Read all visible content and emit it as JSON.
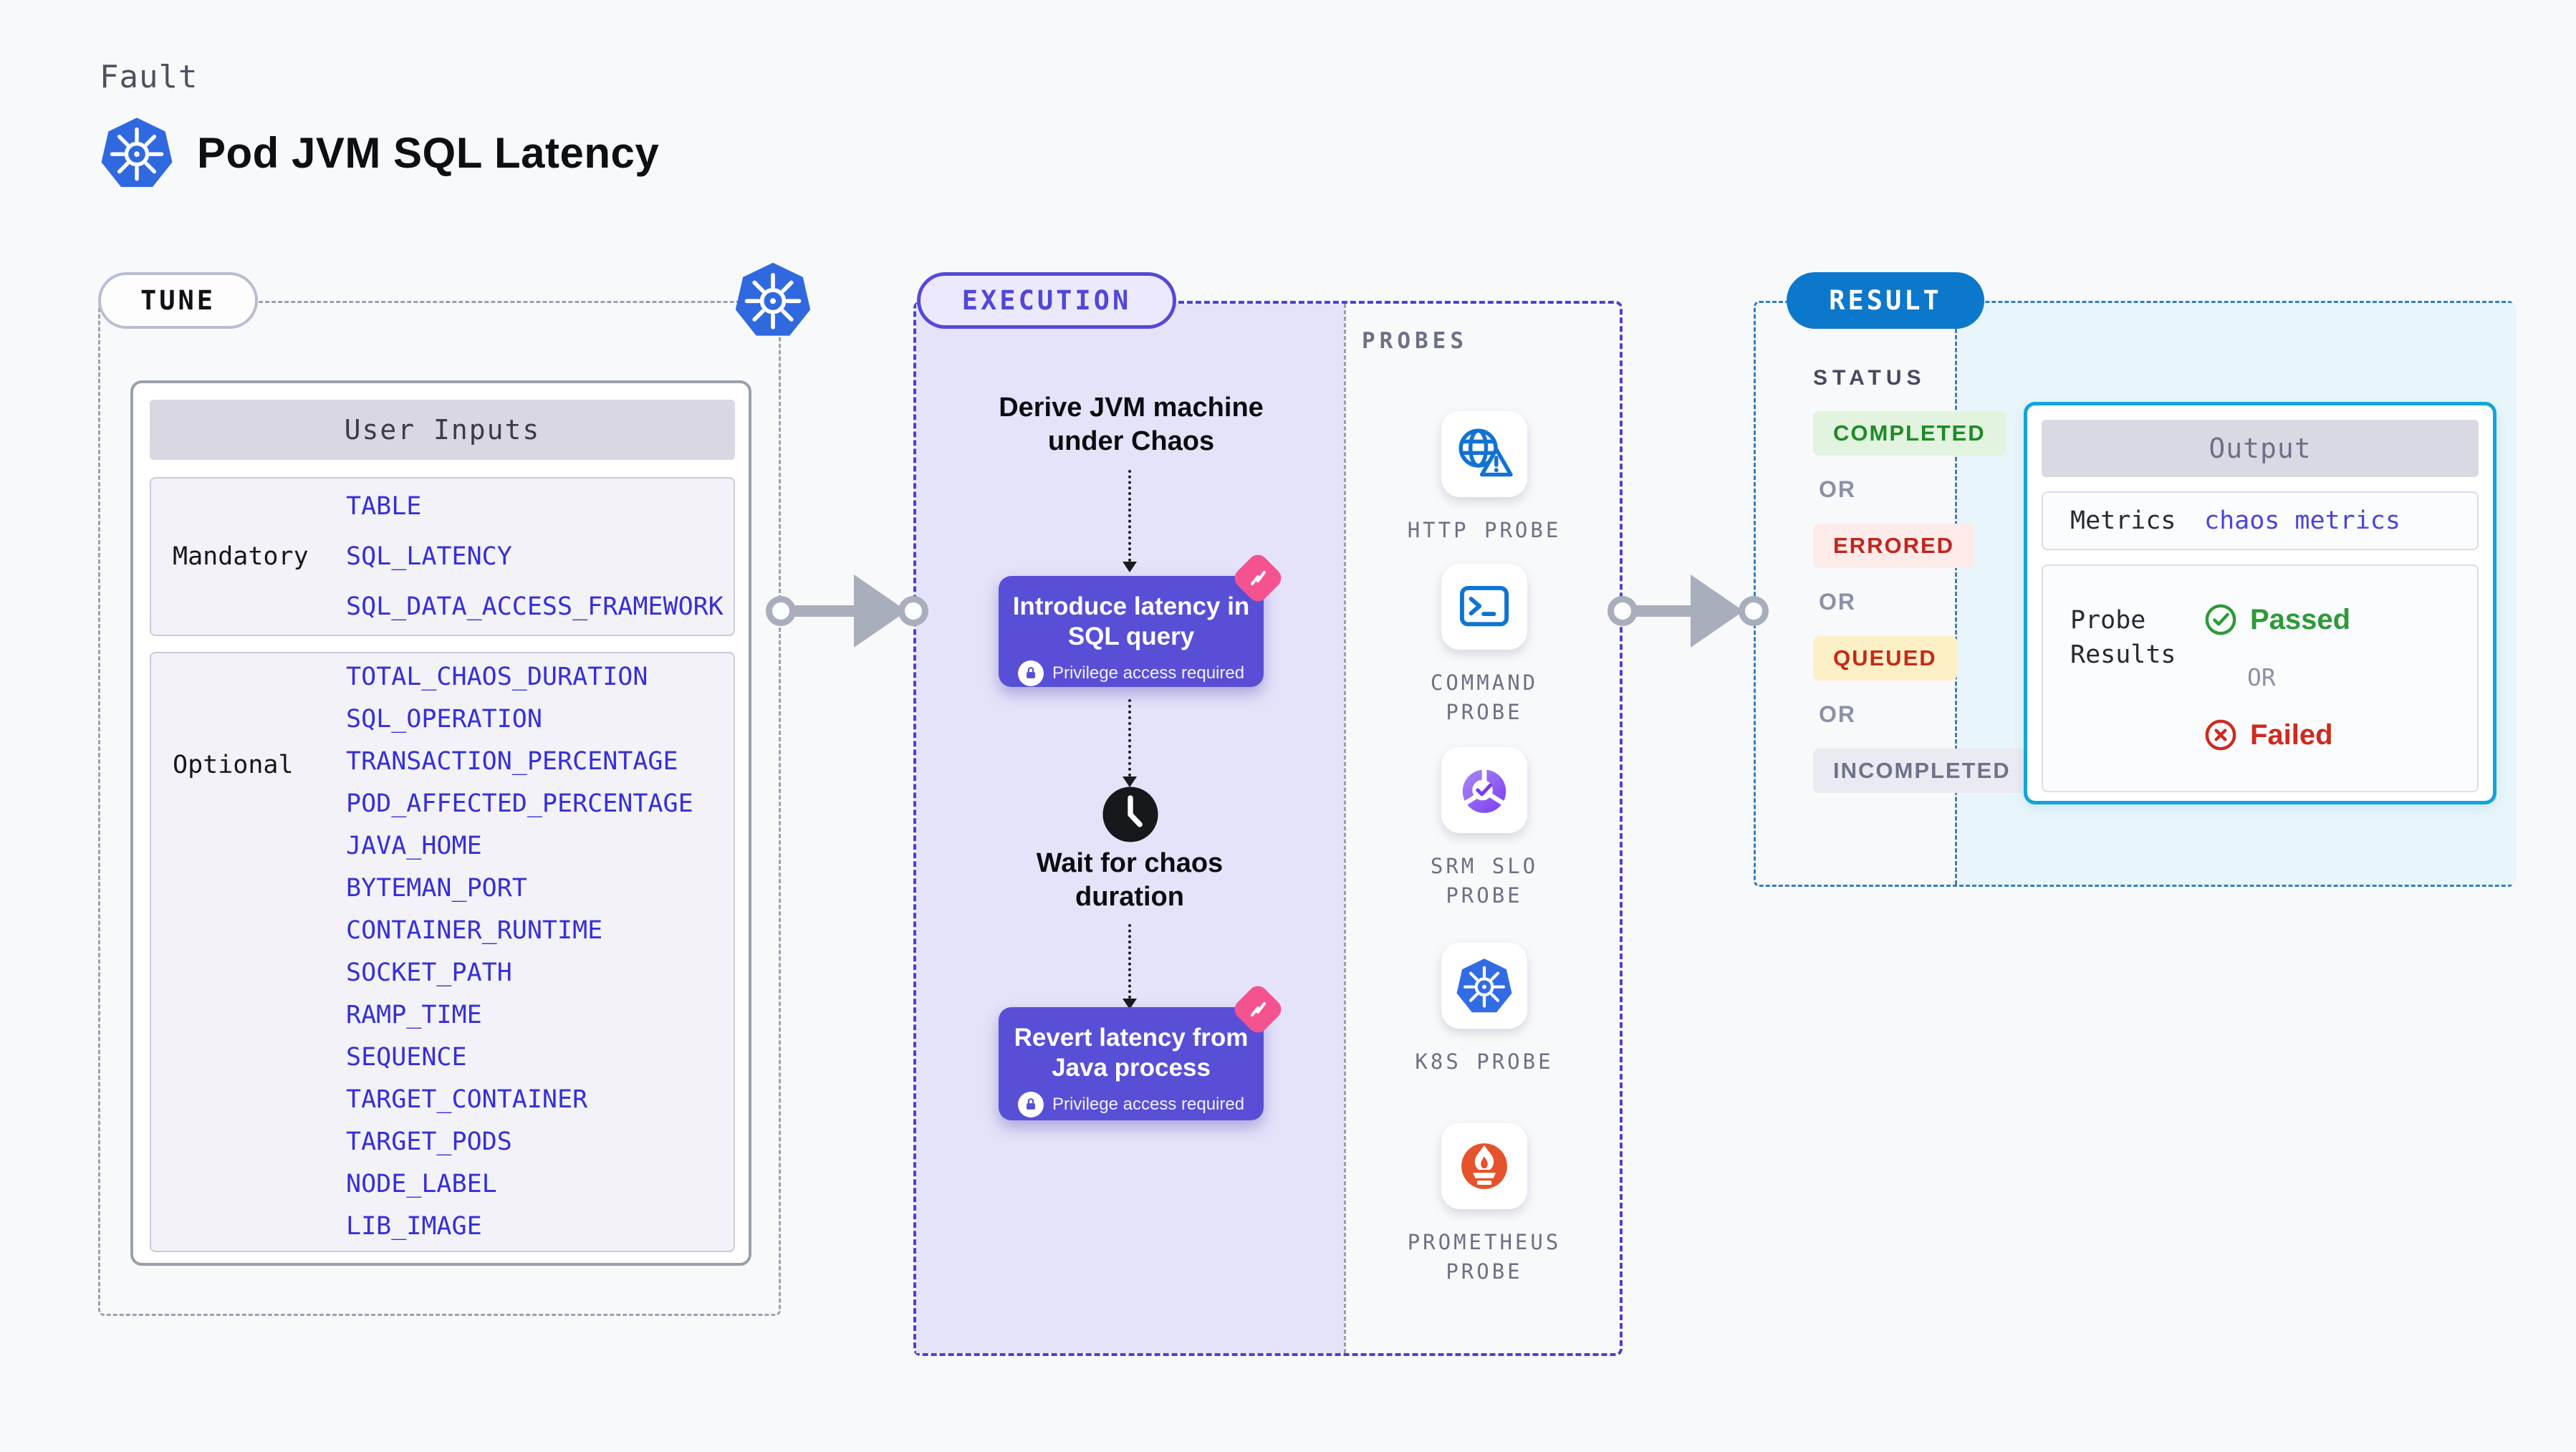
{
  "page": {
    "eyebrow": "Fault",
    "title": "Pod JVM SQL Latency"
  },
  "tune": {
    "badge": "TUNE",
    "user_inputs_title": "User Inputs",
    "mandatory_label": "Mandatory",
    "mandatory_inputs": [
      "TABLE",
      "SQL_LATENCY",
      "SQL_DATA_ACCESS_FRAMEWORK"
    ],
    "optional_label": "Optional",
    "optional_inputs": [
      "TOTAL_CHAOS_DURATION",
      "SQL_OPERATION",
      "TRANSACTION_PERCENTAGE",
      "POD_AFFECTED_PERCENTAGE",
      "JAVA_HOME",
      "BYTEMAN_PORT",
      "CONTAINER_RUNTIME",
      "SOCKET_PATH",
      "RAMP_TIME",
      "SEQUENCE",
      "TARGET_CONTAINER",
      "TARGET_PODS",
      "NODE_LABEL",
      "LIB_IMAGE"
    ]
  },
  "execution": {
    "badge": "EXECUTION",
    "derive_step": "Derive JVM machine under Chaos",
    "introduce_step": "Introduce latency in SQL query",
    "privilege_note": "Privilege access required",
    "wait_step": "Wait for chaos duration",
    "revert_step": "Revert latency from Java process"
  },
  "probes": {
    "heading": "PROBES",
    "items": [
      {
        "label": "HTTP PROBE",
        "icon": "globe-alert-icon"
      },
      {
        "label": "COMMAND PROBE",
        "icon": "terminal-icon"
      },
      {
        "label": "SRM SLO PROBE",
        "icon": "slo-pie-check-icon"
      },
      {
        "label": "K8S PROBE",
        "icon": "kubernetes-icon"
      },
      {
        "label": "PROMETHEUS PROBE",
        "icon": "prometheus-flame-icon"
      }
    ]
  },
  "result": {
    "badge": "RESULT",
    "status_heading": "STATUS",
    "or_label": "OR",
    "statuses": {
      "completed": "COMPLETED",
      "errored": "ERRORED",
      "queued": "QUEUED",
      "incompleted": "INCOMPLETED"
    },
    "output": {
      "title": "Output",
      "metrics_label": "Metrics",
      "metrics_value": "chaos metrics",
      "probe_results_label": "Probe Results",
      "passed_label": "Passed",
      "or_label": "OR",
      "failed_label": "Failed"
    }
  },
  "colors": {
    "accent_purple": "#584fd6",
    "execution_dash": "#4a42d4",
    "result_blue": "#0b78cc",
    "output_border_cyan": "#12a4d9",
    "completed_green": "#1f8a28",
    "errored_red": "#c0261f",
    "queued_text_red": "#c52b1a",
    "incompleted_gray": "#6e7389",
    "passed_green": "#2d9a37",
    "failed_red": "#cd2a1e",
    "input_link_blue": "#372fd7",
    "pink_chip": "#f5538f",
    "kubernetes_blue": "#3069df",
    "prometheus_orange": "#e6522c"
  }
}
